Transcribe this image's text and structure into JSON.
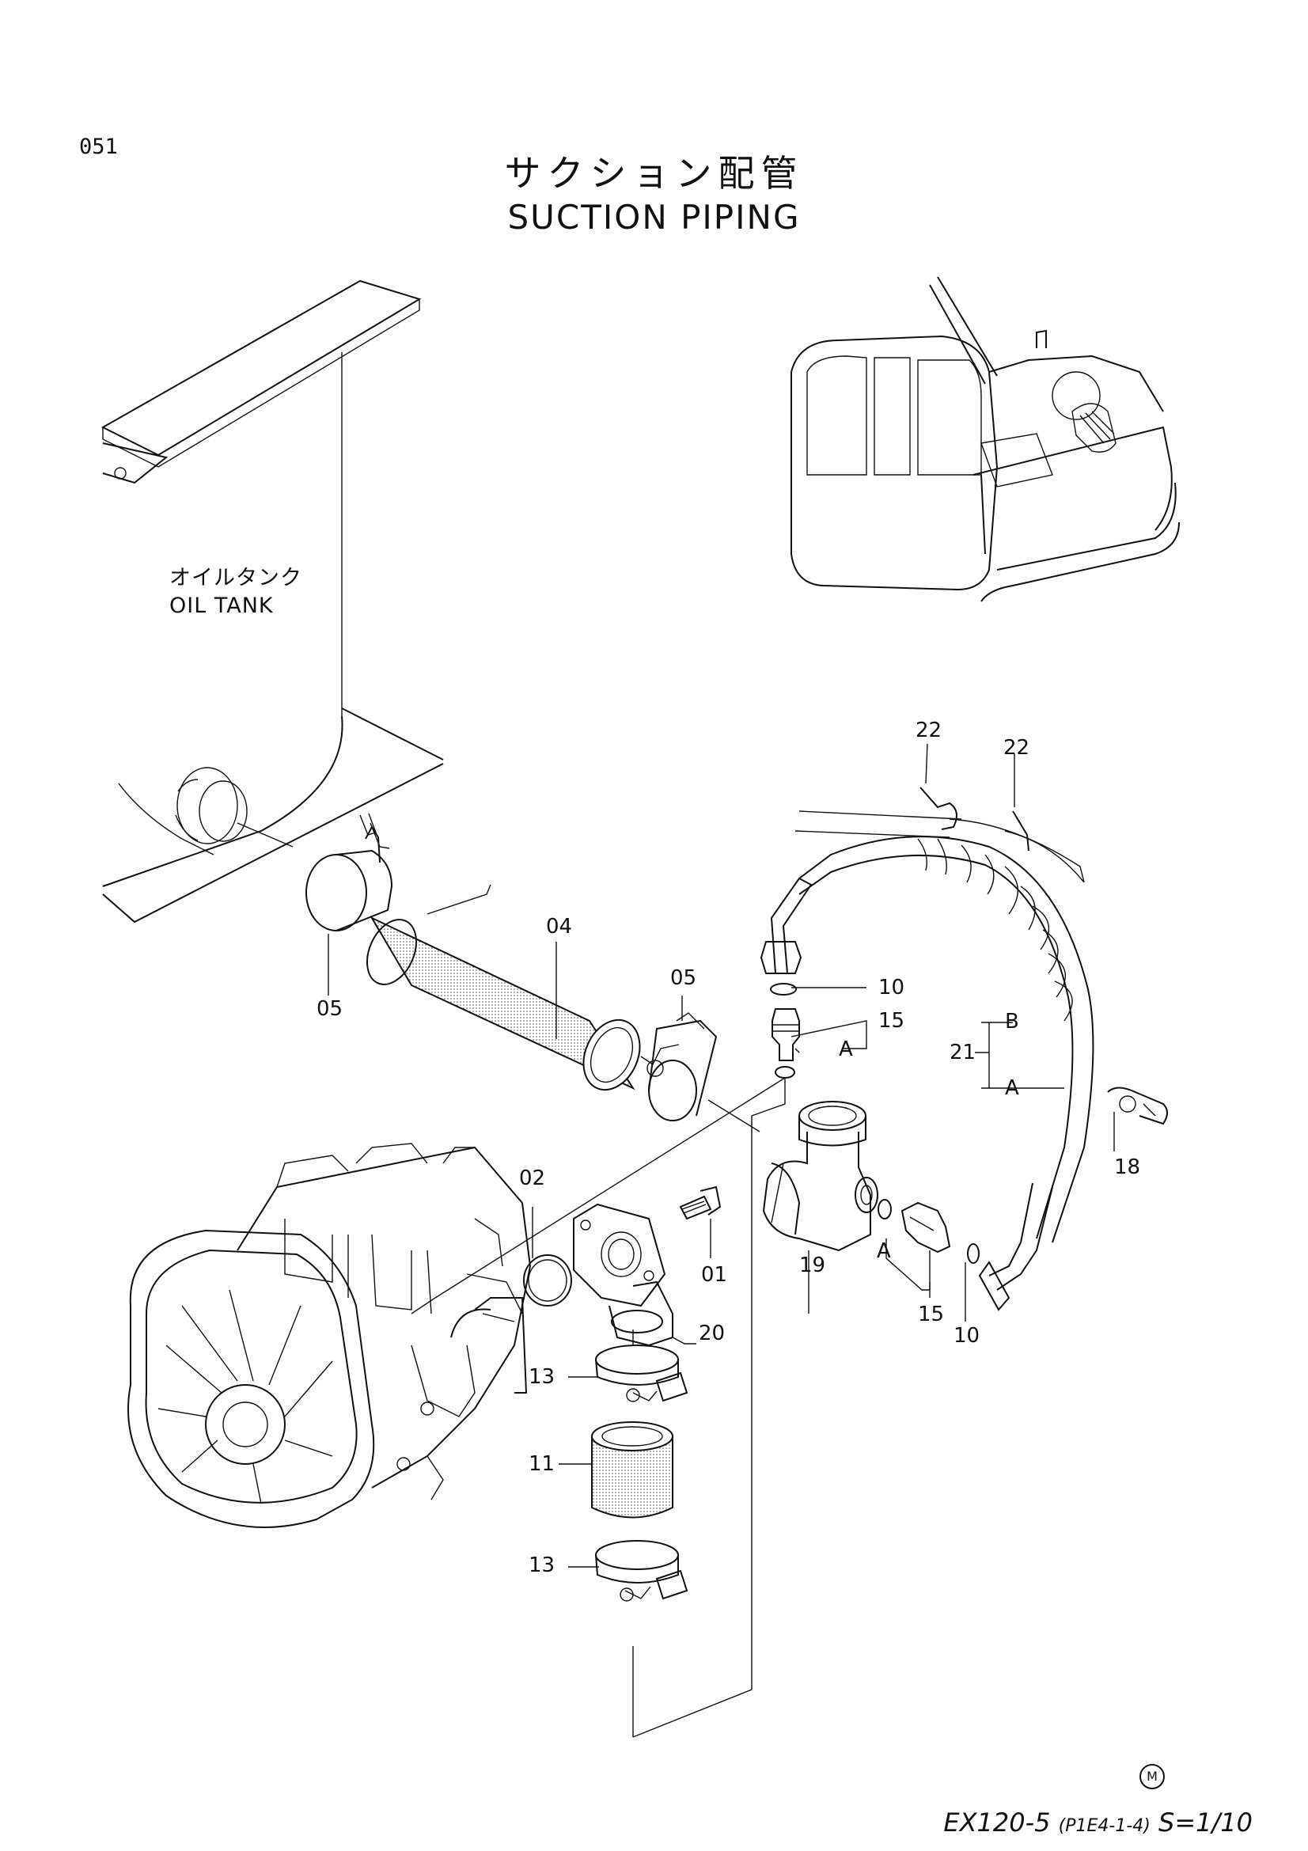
{
  "header": {
    "page_number": "051",
    "title_jp": "サクション配管",
    "title_en": "SUCTION PIPING"
  },
  "labels": {
    "oil_tank_jp": "オイルタンク",
    "oil_tank_en": "OIL TANK"
  },
  "callouts": {
    "c22a": "22",
    "c22b": "22",
    "c04": "04",
    "c05a": "05",
    "c05b": "05",
    "c10a": "10",
    "c15a": "15",
    "cA1": "A",
    "cB": "B",
    "c21": "21",
    "cA2": "A",
    "c18": "18",
    "c02": "02",
    "c01": "01",
    "c19": "19",
    "cA3": "A",
    "c15b": "15",
    "c10b": "10",
    "c20": "20",
    "c13a": "13",
    "c11": "11",
    "c13b": "13"
  },
  "footer": {
    "mark": "M",
    "model": "EX120-5",
    "code": "(P1E4-1-4)",
    "scale": "S=1/10"
  },
  "icons": [
    "excavator-overview-icon",
    "oil-tank-drawing",
    "hydraulic-pump-drawing",
    "hose-clamp-icon",
    "o-ring-icon"
  ]
}
